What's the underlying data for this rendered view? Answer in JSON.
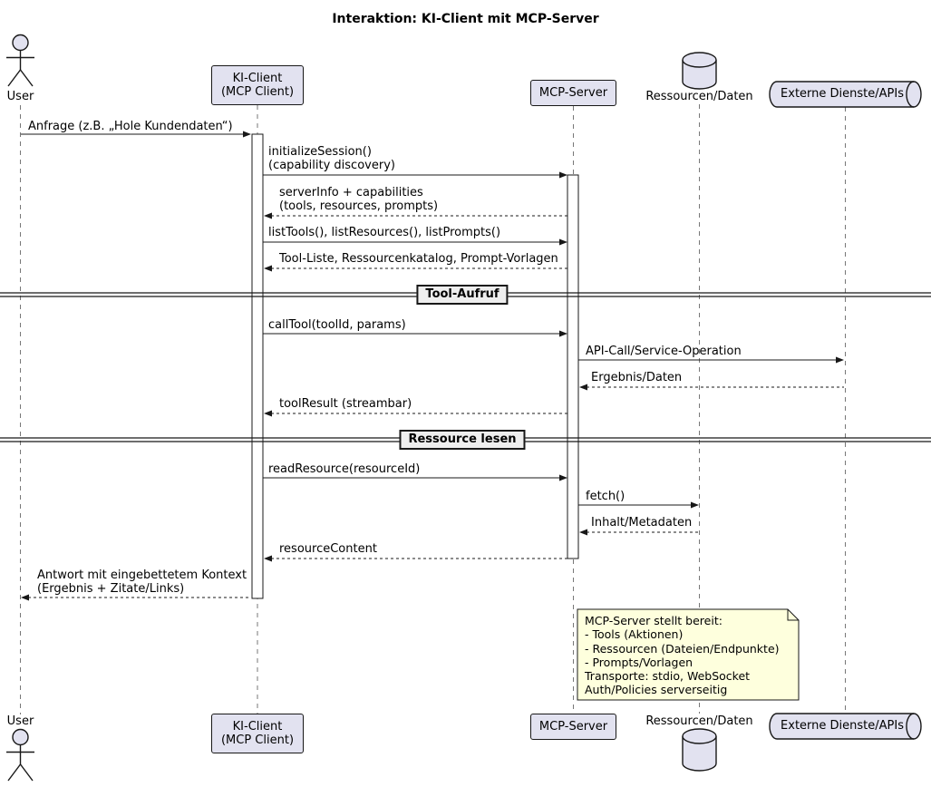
{
  "title": "Interaktion: KI-Client mit MCP-Server",
  "actor": {
    "label": "User"
  },
  "participants": {
    "ki_client": {
      "line1": "KI-Client",
      "line2": "(MCP Client)"
    },
    "mcp_server": {
      "label": "MCP-Server"
    },
    "ressourcen": {
      "label": "Ressourcen/Daten"
    },
    "externe": {
      "label": "Externe Dienste/APIs"
    }
  },
  "dividers": [
    {
      "label": "Tool-Aufruf"
    },
    {
      "label": "Ressource lesen"
    }
  ],
  "messages": [
    {
      "from": "User",
      "to": "KI-Client",
      "style": "solid",
      "lines": [
        "Anfrage (z.B. „Hole Kundendaten“)"
      ]
    },
    {
      "from": "KI-Client",
      "to": "MCP-Server",
      "style": "solid",
      "lines": [
        "initializeSession()",
        "(capability discovery)"
      ]
    },
    {
      "from": "MCP-Server",
      "to": "KI-Client",
      "style": "dashed",
      "lines": [
        "serverInfo + capabilities",
        "(tools, resources, prompts)"
      ]
    },
    {
      "from": "KI-Client",
      "to": "MCP-Server",
      "style": "solid",
      "lines": [
        "listTools(), listResources(), listPrompts()"
      ]
    },
    {
      "from": "MCP-Server",
      "to": "KI-Client",
      "style": "dashed",
      "lines": [
        "Tool-Liste, Ressourcenkatalog, Prompt-Vorlagen"
      ]
    },
    {
      "from": "KI-Client",
      "to": "MCP-Server",
      "style": "solid",
      "lines": [
        "callTool(toolId, params)"
      ]
    },
    {
      "from": "MCP-Server",
      "to": "Externe Dienste/APIs",
      "style": "solid",
      "lines": [
        "API-Call/Service-Operation"
      ]
    },
    {
      "from": "Externe Dienste/APIs",
      "to": "MCP-Server",
      "style": "dashed",
      "lines": [
        "Ergebnis/Daten"
      ]
    },
    {
      "from": "MCP-Server",
      "to": "KI-Client",
      "style": "dashed",
      "lines": [
        "toolResult (streambar)"
      ]
    },
    {
      "from": "KI-Client",
      "to": "MCP-Server",
      "style": "solid",
      "lines": [
        "readResource(resourceId)"
      ]
    },
    {
      "from": "MCP-Server",
      "to": "Ressourcen/Daten",
      "style": "solid",
      "lines": [
        "fetch()"
      ]
    },
    {
      "from": "Ressourcen/Daten",
      "to": "MCP-Server",
      "style": "dashed",
      "lines": [
        "Inhalt/Metadaten"
      ]
    },
    {
      "from": "MCP-Server",
      "to": "KI-Client",
      "style": "dashed",
      "lines": [
        "resourceContent"
      ]
    },
    {
      "from": "KI-Client",
      "to": "User",
      "style": "dashed",
      "lines": [
        "Antwort mit eingebettetem Kontext",
        "(Ergebnis + Zitate/Links)"
      ]
    }
  ],
  "note": {
    "lines": [
      "MCP-Server stellt bereit:",
      "- Tools (Aktionen)",
      "- Ressourcen (Dateien/Endpunkte)",
      "- Prompts/Vorlagen",
      "Transporte: stdio, WebSocket",
      "Auth/Policies serverseitig"
    ]
  },
  "colors": {
    "participant_fill": "#E2E2F0",
    "participant_border": "#181818",
    "note_fill": "#FEFFDD",
    "divider_fill": "#EEEEEE",
    "activation_fill": "#FFFFFF",
    "line_color": "#181818",
    "lifeline_color": "#777777",
    "background": "#FFFFFF",
    "text_color": "#000000"
  }
}
